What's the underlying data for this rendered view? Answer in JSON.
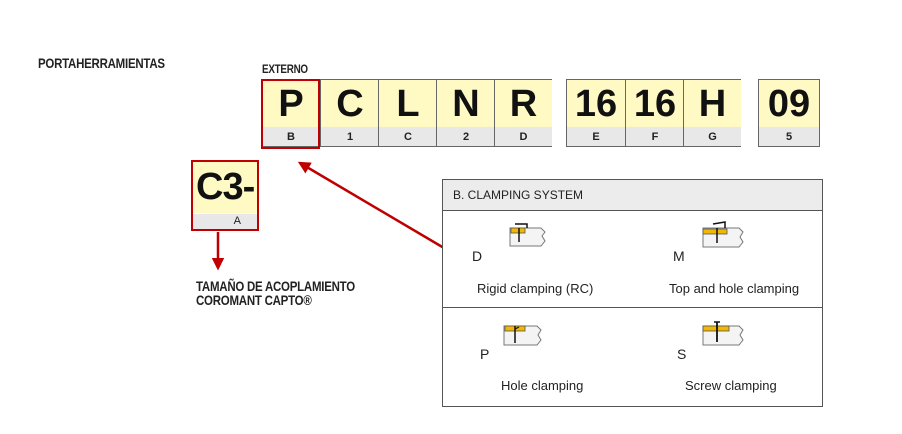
{
  "labels": {
    "title": "PORTAHERRAMIENTAS",
    "externo": "EXTERNO",
    "tamano_line1": "TAMAÑO DE ACOPLAMIENTO",
    "tamano_line2": "COROMANT CAPTO®"
  },
  "code_group1": [
    {
      "top": "P",
      "bot": "B"
    },
    {
      "top": "C",
      "bot": "1"
    },
    {
      "top": "L",
      "bot": "C"
    },
    {
      "top": "N",
      "bot": "2"
    },
    {
      "top": "R",
      "bot": "D"
    }
  ],
  "code_group2": [
    {
      "top": "16",
      "bot": "E"
    },
    {
      "top": "16",
      "bot": "F"
    },
    {
      "top": "H",
      "bot": "G"
    }
  ],
  "code_group3": [
    {
      "top": "09",
      "bot": "5"
    }
  ],
  "coupling": {
    "top": "C3-",
    "bot": "A"
  },
  "panel": {
    "heading": "B. CLAMPING SYSTEM",
    "options": [
      {
        "letter": "D",
        "label": "Rigid clamping (RC)"
      },
      {
        "letter": "M",
        "label": "Top and hole clamping"
      },
      {
        "letter": "P",
        "label": "Hole clamping"
      },
      {
        "letter": "S",
        "label": "Screw clamping"
      }
    ]
  },
  "colors": {
    "highlight": "#c00000",
    "cell_fill": "#fff9c4",
    "index_fill": "#e8e8e8",
    "insert": "#f2b800"
  }
}
